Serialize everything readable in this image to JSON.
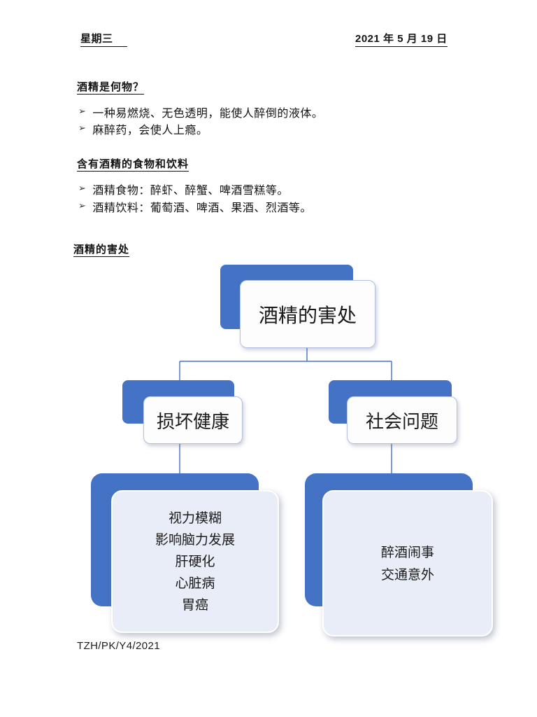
{
  "page": {
    "header": {
      "day": "星期三",
      "date": "2021 年 5 月 19 日"
    },
    "footer": "TZH/PK/Y4/2021"
  },
  "bullet_marker": "➢",
  "sections": [
    {
      "title": "酒精是何物？",
      "bullets": [
        "一种易燃烧、无色透明，能使人醉倒的液体。",
        "麻醉药，会使人上瘾。"
      ]
    },
    {
      "title": "含有酒精的食物和饮料",
      "bullets": [
        "酒精食物：醉虾、醉蟹、啤酒雪糕等。",
        "酒精饮料：葡萄酒、啤酒、果酒、烈酒等。"
      ]
    },
    {
      "title": "酒精的害处",
      "bullets": []
    }
  ],
  "diagram": {
    "root_label": "酒精的害处",
    "branches": [
      {
        "label": "损坏健康",
        "items": [
          "视力模糊",
          "影响脑力发展",
          "肝硬化",
          "心脏病",
          "胃癌"
        ]
      },
      {
        "label": "社会问题",
        "items": [
          "醉酒闹事",
          "交通意外"
        ]
      }
    ],
    "accent_color": "#4472C4",
    "panel_fill": "#e9edf7"
  }
}
